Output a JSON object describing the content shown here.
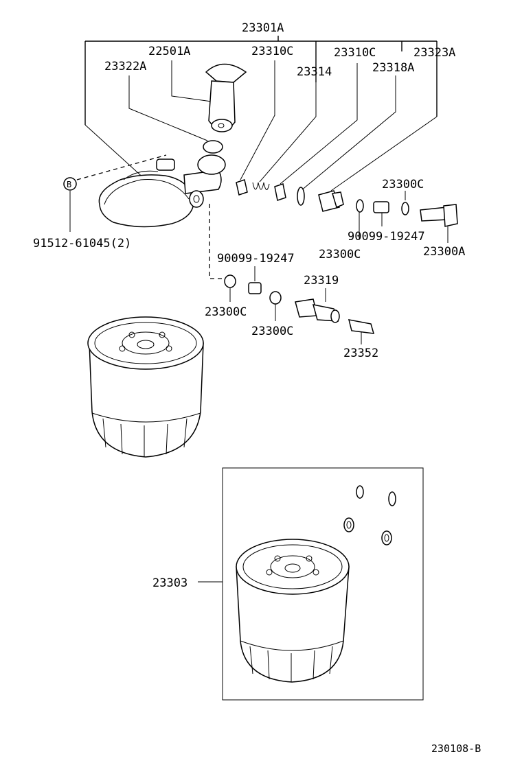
{
  "labels": {
    "assembly": "23301A",
    "p22501a": "22501A",
    "p23310c_1": "23310C",
    "p23310c_2": "23310C",
    "p23323a": "23323A",
    "p23322a": "23322A",
    "p23314": "23314",
    "p23318a": "23318A",
    "p23300c_top": "23300C",
    "circle_ref": "B",
    "bolt_ref": "91512-61045(2)",
    "p90099_right": "90099-19247",
    "p23300c_right": "23300C",
    "p23300a": "23300A",
    "p90099_left": "90099-19247",
    "p23319": "23319",
    "p23300c_left": "23300C",
    "p23300c_mid": "23300C",
    "p23352": "23352",
    "p23303": "23303",
    "diagram_id": "230108-B"
  }
}
